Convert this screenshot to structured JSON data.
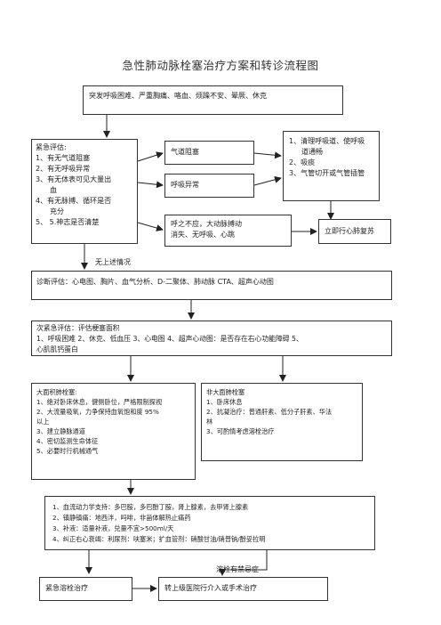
{
  "title": "急性肺动脉栓塞治疗方案和转诊流程图",
  "symptoms": "突发呼吸困难、严重胸痛、咯血、烦躁不安、晕厥、休克",
  "emergency_eval": {
    "header": "紧急评估:",
    "lines": [
      "1、有无气道阻塞",
      "2、有无呼吸异常",
      "3、有无体表可见大量出",
      "血",
      "4、有无脉搏、循环是否",
      "充分",
      "5、 5.神志是否清楚"
    ]
  },
  "airway_obstruction": "气道阻塞",
  "airway_actions": [
    "1、清理呼吸道、使呼吸",
    "道通畅",
    "2、吸痰",
    "3、气管切开或气管插管"
  ],
  "breathing_abnormal": "呼吸异常",
  "no_pulse": [
    "呼之不应，大动脉搏动",
    "消失、无呼吸、心跳"
  ],
  "cpr": "立即行心肺复苏",
  "label_none": "无上述情况",
  "diagnostic_eval": "诊断评估：心电图、胸片、血气分析、D-二聚体、肺动脉 CTA、超声心动图",
  "secondary_eval": [
    "次紧急评估：评估梗塞面积",
    "1、呼吸困难  2、休克、低血压  3、心电图   4、超声心动图：是否存在右心功能障碍  5、",
    "心肌肌钙蛋白"
  ],
  "massive_pe": {
    "header": "大面积肺栓塞:",
    "lines": [
      "1、绝对卧床休息，健侧卧位，严格限制探视",
      "2、大流量吸氧，力争保持血氧饱和度 95%",
      "以上",
      "3、建立静脉通道",
      "4、密切监测生命体征",
      "5、必要时行机械通气"
    ]
  },
  "non_massive_pe": {
    "header": "非大面肺栓塞",
    "lines": [
      "1、卧床休息",
      "2、抗凝治疗：普通肝素、低分子肝素、华法",
      "林",
      "3、可酌情考虑溶栓治疗"
    ]
  },
  "treatment": [
    "1、血流动力学支持：多巴胺，多巴酚丁胺，肾上腺素，去甲肾上腺素",
    "2、镇静镇痛：地西泮，吗啡，非甾体解热止痛药",
    "3、补液：适量补液，兑量不宜>500ml/天",
    "4、纠正右心衰竭：利尿剂：呋塞米；扩血管剂：硝酸甘油/硝普钠/酚妥拉明"
  ],
  "label_contraindication": "溶栓有禁忌症",
  "thrombolysis": "紧急溶栓治疗",
  "referral": "转上级医院行介入或手术治疗"
}
